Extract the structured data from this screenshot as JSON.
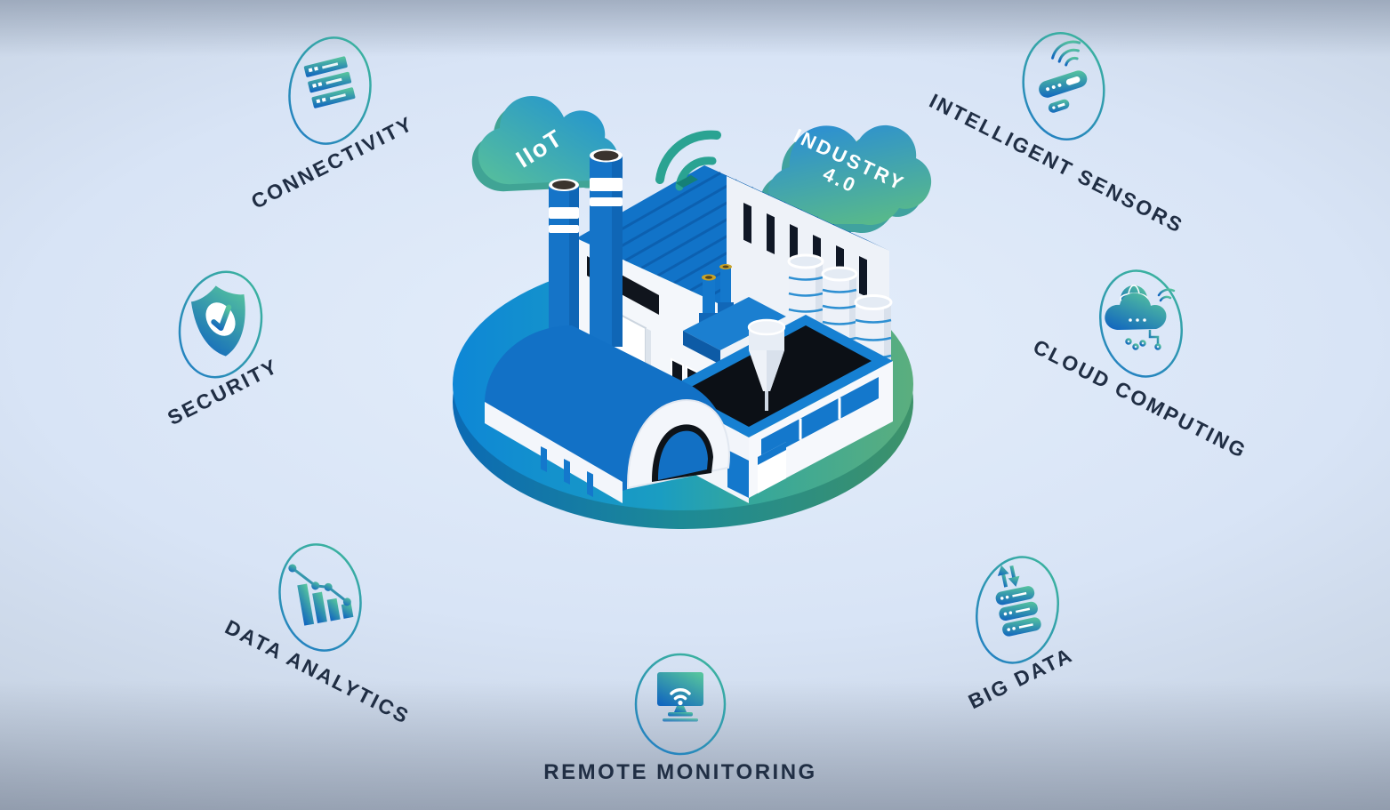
{
  "clouds": {
    "iiot": "IIoT",
    "industry_line1": "INDUSTRY",
    "industry_line2": "4.0"
  },
  "nodes": {
    "connectivity": {
      "label": "CONNECTIVITY",
      "icon": "server-stack-icon"
    },
    "security": {
      "label": "SECURITY",
      "icon": "shield-check-icon"
    },
    "data_analytics": {
      "label": "DATA ANALYTICS",
      "icon": "bar-chart-trend-icon"
    },
    "remote_monitoring": {
      "label": "REMOTE MONITORING",
      "icon": "monitor-wifi-icon"
    },
    "big_data": {
      "label": "BIG DATA",
      "icon": "database-arrows-icon"
    },
    "cloud_computing": {
      "label": "CLOUD COMPUTING",
      "icon": "cloud-network-icon"
    },
    "intelligent_sensors": {
      "label": "INTELLIGENT SENSORS",
      "icon": "sensor-wifi-icon"
    }
  },
  "center": {
    "subject": "isometric smart factory on round platform",
    "antenna": "wifi-signal-icon"
  },
  "colors": {
    "label_text": "#202e44",
    "icon_gradient_start": "#55c39e",
    "icon_gradient_end": "#1267be",
    "platform_blue": "#0e87d6",
    "platform_green": "#5bae7e",
    "roof_blue": "#1173c8",
    "dark_glass": "#10151d",
    "antenna_teal": "#2aa392",
    "cloud_text": "#ffffff",
    "background_light": "#d8e4f6"
  }
}
